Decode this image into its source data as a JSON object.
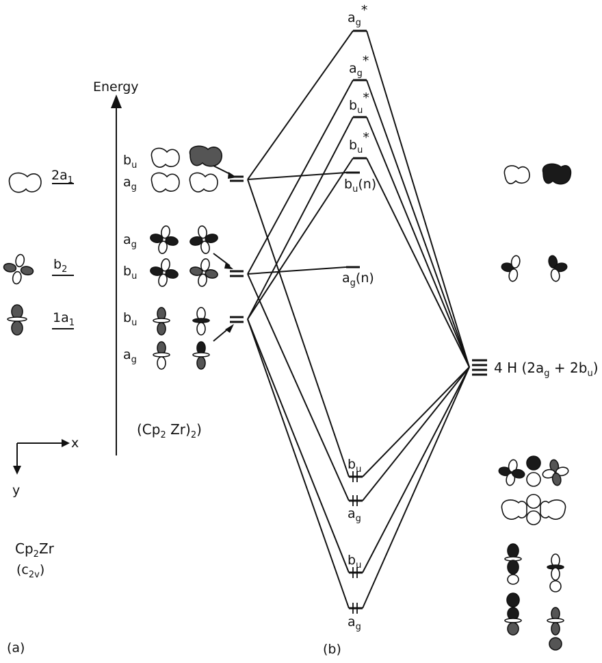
{
  "panel_a": {
    "panel_label": "(a)",
    "molecule": {
      "formula": "Cp",
      "sub": "2",
      "rest": "Zr"
    },
    "symmetry": {
      "open": "(c",
      "sub": "2v",
      "close": ")"
    },
    "axis_x": "x",
    "axis_y": "y",
    "levels": [
      {
        "name": "2a",
        "sub": "1"
      },
      {
        "name": "b",
        "sub": "2"
      },
      {
        "name": "1a",
        "sub": "1"
      }
    ]
  },
  "energy_label": "Energy",
  "dimer": {
    "label": {
      "open": "(Cp",
      "sub1": "2",
      "mid": " Zr)",
      "sub2": "2"
    },
    "rows": [
      {
        "sym": "b",
        "sub": "u"
      },
      {
        "sym": "a",
        "sub": "g"
      },
      {
        "sym": "a",
        "sub": "g"
      },
      {
        "sym": "b",
        "sub": "u"
      },
      {
        "sym": "b",
        "sub": "u"
      },
      {
        "sym": "a",
        "sub": "g"
      }
    ]
  },
  "panel_b": {
    "panel_label": "(b)",
    "top_levels": [
      {
        "sym": "a",
        "sub": "g",
        "star": "*"
      },
      {
        "sym": "a",
        "sub": "g",
        "star": "*"
      },
      {
        "sym": "b",
        "sub": "u",
        "star": "*"
      },
      {
        "sym": "b",
        "sub": "u",
        "star": "*"
      }
    ],
    "nonbonding": [
      {
        "sym": "b",
        "sub": "u",
        "tag": "(n)"
      },
      {
        "sym": "a",
        "sub": "g",
        "tag": "(n)"
      }
    ],
    "bottom_levels": [
      {
        "sym": "b",
        "sub": "u"
      },
      {
        "sym": "a",
        "sub": "g"
      },
      {
        "sym": "b",
        "sub": "u"
      },
      {
        "sym": "a",
        "sub": "g"
      }
    ],
    "hydrogen_label": {
      "main": "4 H  (2a",
      "sub1": "g",
      "plus": " + 2b",
      "sub2": "u",
      "close": ")"
    }
  }
}
